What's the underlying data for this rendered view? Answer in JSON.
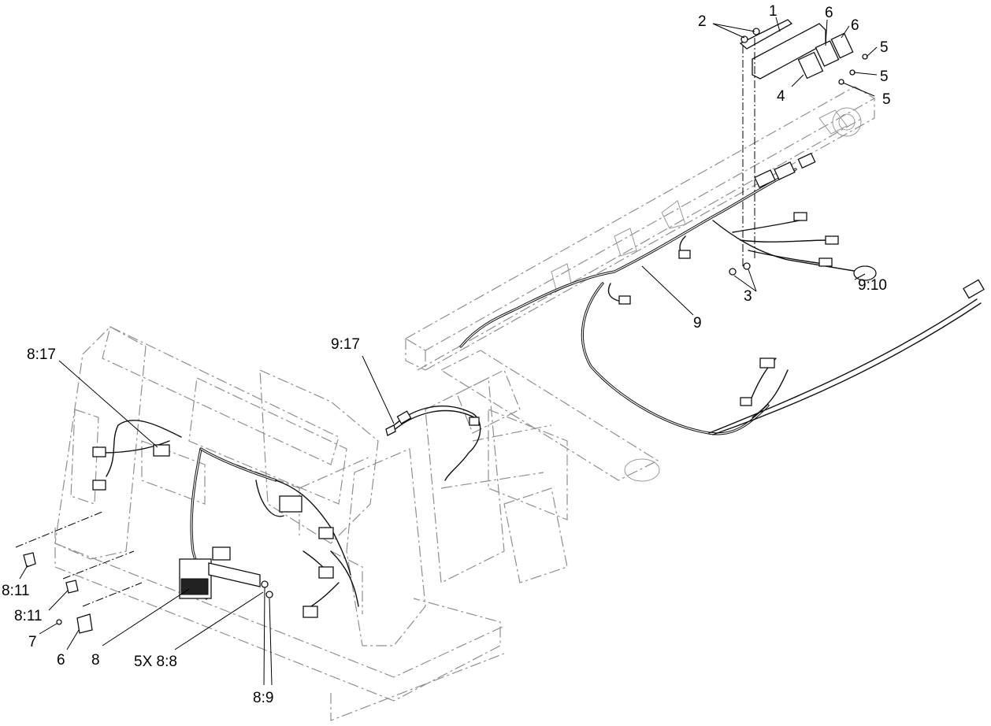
{
  "callouts": {
    "c1": "1",
    "c2": "2",
    "c3": "3",
    "c4": "4",
    "c5a": "5",
    "c5b": "5",
    "c5c": "5",
    "c6a": "6",
    "c6b": "6",
    "c6c": "6",
    "c7": "7",
    "c8": "8",
    "c9": "9",
    "c8_17": "8:17",
    "c9_17": "9:17",
    "c9_10": "9:10",
    "c8_11a": "8:11",
    "c8_11b": "8:11",
    "c5x8_8": "5X 8:8",
    "c8_9": "8:9"
  }
}
